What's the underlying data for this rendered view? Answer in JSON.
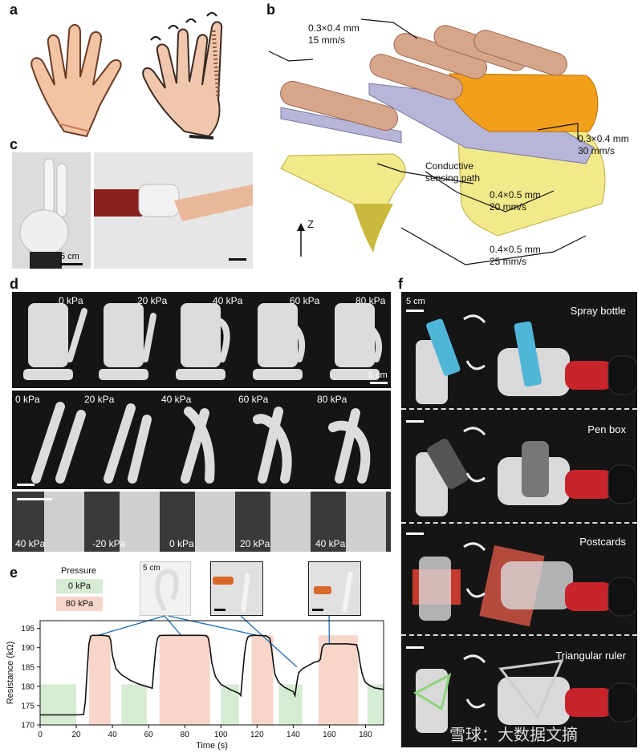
{
  "panels": {
    "a": {
      "letter": "a"
    },
    "b": {
      "letter": "b",
      "labels": [
        {
          "line1": "0.3×0.4 mm",
          "line2": "15 mm/s"
        },
        {
          "line1": "0.3×0.4 mm",
          "line2": "30 mm/s"
        },
        {
          "line1": "Conductive",
          "line2": "sensing path"
        },
        {
          "line1": "0.4×0.5 mm",
          "line2": "20 mm/s"
        },
        {
          "line1": "0.4×0.5 mm",
          "line2": "25 mm/s"
        }
      ],
      "axis_label": "Z"
    },
    "c": {
      "letter": "c",
      "scale": "5 cm"
    },
    "d": {
      "letter": "d",
      "row1": [
        "0 kPa",
        "20 kPa",
        "40 kPa",
        "60 kPa",
        "80 kPa"
      ],
      "row1_scale": "5 cm",
      "row2": [
        "0 kPa",
        "20 kPa",
        "40 kPa",
        "60 kPa",
        "80 kPa"
      ],
      "row3": [
        "40 kPa",
        "-20 kPa",
        "0 kPa",
        "20 kPa",
        "40 kPa"
      ]
    },
    "e": {
      "letter": "e",
      "legend_title": "Pressure",
      "legend_items": [
        {
          "label": "0 kPa",
          "color": "#d6ecd2"
        },
        {
          "label": "80 kPa",
          "color": "#f7d5c9"
        }
      ],
      "thumb_scale": "5 cm"
    },
    "f": {
      "letter": "f",
      "scale": "5 cm",
      "tasks": [
        "Spray bottle",
        "Pen box",
        "Postcards",
        "Triangular ruler"
      ]
    }
  },
  "watermark": "雪球：大数据文摘",
  "colors": {
    "green": "#d6ecd2",
    "pink": "#f7d5c9",
    "finger": "#d7a58a",
    "orange": "#f2a01c",
    "lavender": "#b7b5d8",
    "yellow": "#f2e98a"
  },
  "chart_data": {
    "type": "line",
    "title": "",
    "xlabel": "Time (s)",
    "ylabel": "Resistance (kΩ)",
    "xlim": [
      0,
      190
    ],
    "ylim": [
      170,
      197
    ],
    "xticks": [
      0,
      20,
      40,
      60,
      80,
      100,
      120,
      140,
      160,
      180
    ],
    "yticks": [
      170,
      175,
      180,
      185,
      190,
      195
    ],
    "series": [
      {
        "x": [
          0,
          5,
          10,
          15,
          20,
          24,
          25,
          26,
          27,
          28,
          29,
          30,
          35,
          38,
          39,
          40,
          42,
          45,
          50,
          55,
          60,
          62,
          63,
          64,
          65,
          66,
          67,
          70,
          80,
          90,
          92,
          93,
          94,
          95,
          97,
          100,
          105,
          108,
          110,
          111,
          112,
          113,
          114,
          115,
          116,
          118,
          120,
          125,
          127,
          128,
          129,
          130,
          132,
          135,
          140,
          141,
          142,
          143,
          145,
          148,
          150,
          152,
          154,
          155,
          156,
          157,
          158,
          160,
          165,
          170,
          175,
          176,
          177,
          178,
          179,
          180,
          182,
          185,
          190
        ],
        "y": [
          172.6,
          172.6,
          172.6,
          172.6,
          172.6,
          172.7,
          176,
          184,
          191,
          193,
          193.2,
          193.2,
          193.2,
          193.0,
          192,
          188,
          184.5,
          183,
          181.5,
          180.5,
          179.8,
          179.5,
          185,
          190,
          192.5,
          193.1,
          193.2,
          193.2,
          193.2,
          193.2,
          193.1,
          192.5,
          190,
          186,
          182.5,
          180.5,
          179.2,
          178.6,
          178.2,
          177.6,
          183,
          188,
          191.5,
          192.8,
          193.1,
          193.2,
          193.2,
          193.1,
          192.5,
          190,
          186,
          183,
          181,
          179.8,
          178.6,
          177.6,
          181,
          183.5,
          184.5,
          185.3,
          185.8,
          186.3,
          186.5,
          187,
          190,
          190.8,
          191,
          191,
          191,
          191,
          190.8,
          189,
          186,
          183.5,
          182,
          181,
          180.3,
          179.6,
          179.2
        ]
      }
    ],
    "phases": [
      {
        "start": 0,
        "end": 20,
        "pressure": "0 kPa"
      },
      {
        "start": 27,
        "end": 39,
        "pressure": "80 kPa"
      },
      {
        "start": 45,
        "end": 59,
        "pressure": "0 kPa"
      },
      {
        "start": 66,
        "end": 94,
        "pressure": "80 kPa"
      },
      {
        "start": 100,
        "end": 110,
        "pressure": "0 kPa"
      },
      {
        "start": 117,
        "end": 129,
        "pressure": "80 kPa"
      },
      {
        "start": 132,
        "end": 145,
        "pressure": "0 kPa"
      },
      {
        "start": 154,
        "end": 176,
        "pressure": "80 kPa"
      },
      {
        "start": 181,
        "end": 190,
        "pressure": "0 kPa"
      }
    ]
  }
}
